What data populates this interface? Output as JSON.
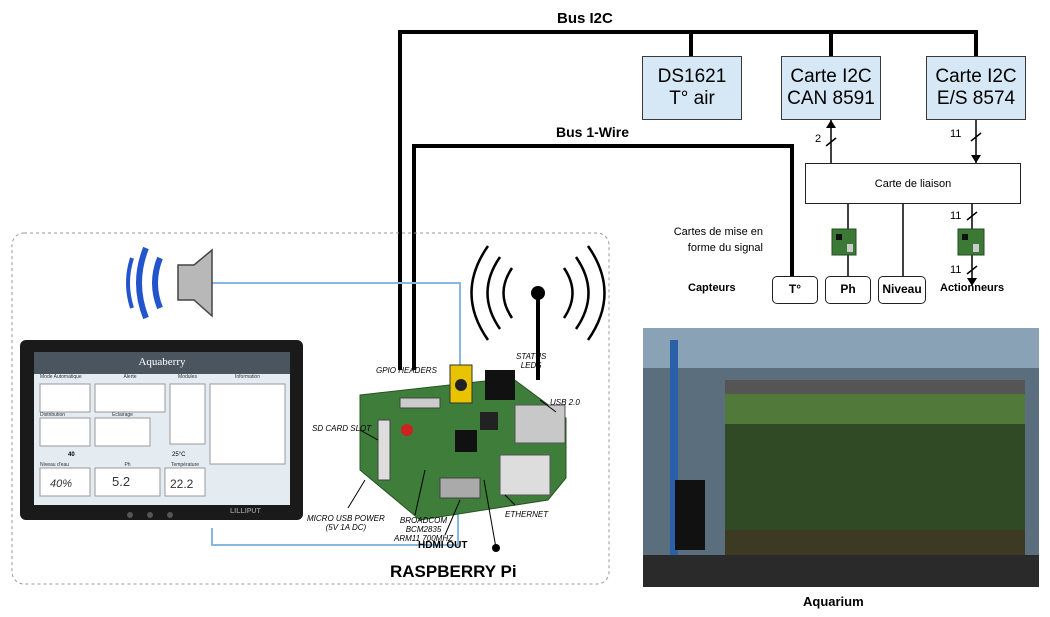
{
  "bus": {
    "i2c": "Bus I2C",
    "onewire": "Bus 1-Wire"
  },
  "devices": {
    "ds1621": [
      "DS1621",
      "T° air"
    ],
    "can8591": [
      "Carte I2C",
      "CAN 8591"
    ],
    "es8574": [
      "Carte I2C",
      "E/S 8574"
    ]
  },
  "wire_counts": {
    "can": "2",
    "es": "11",
    "liaison_out": "11",
    "actuators": "11"
  },
  "liaison": "Carte de liaison",
  "signal_label": [
    "Cartes de mise en",
    "forme du signal"
  ],
  "sensors": {
    "label": "Capteurs",
    "temp": "T°",
    "ph": "Ph",
    "level": "Niveau"
  },
  "actuators": "Actionneurs",
  "aquarium": "Aquarium",
  "rpi": {
    "title": "RASPBERRY Pi",
    "gpio": "GPIO HEADERS",
    "status": [
      "STATUS",
      "LEDS"
    ],
    "usb": "USB 2.0",
    "sd": "SD CARD SLOT",
    "ethernet": "ETHERNET",
    "micro_usb": [
      "MICRO USB POWER",
      "(5V 1A DC)"
    ],
    "broadcom": [
      "BROADCOM",
      "BCM2835",
      "ARM11 700MHZ"
    ],
    "hdmi": "HDMI OUT"
  },
  "screen": {
    "app_title": "Aquaberry",
    "brand": "LILLIPUT",
    "panels": [
      "Mode Automatique",
      "Alerte",
      "Modules",
      "Information",
      "Distribution",
      "Eclairage",
      "Niveau d'eau",
      "Ph",
      "Température"
    ],
    "level_value": "40%",
    "ph_value": "5.2",
    "temp_value": "22.2",
    "seuil": "40",
    "temp_set": "25°C"
  },
  "colors": {
    "box_fill": "#d6e8f5",
    "speaker_blue": "#2255cc",
    "wire": "#000000",
    "signal_line": "#88b8e0"
  }
}
